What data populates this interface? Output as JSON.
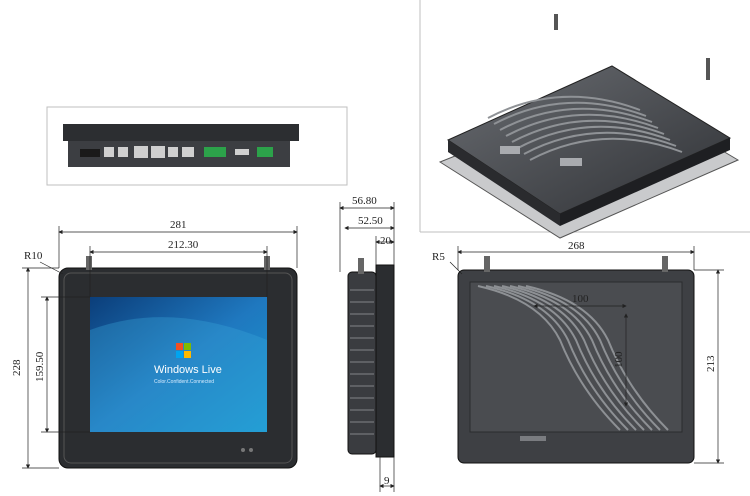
{
  "front_view": {
    "width": "281",
    "screen_width": "212.30",
    "height": "228",
    "screen_height": "159.50",
    "corner_radius": "R10",
    "logo_text": "Windows Live",
    "logo_tagline": "Color.Confident.Connected"
  },
  "side_view": {
    "total_depth": "56.80",
    "body_depth": "52.50",
    "bezel_depth": "20",
    "bottom_offset": "9"
  },
  "rear_view": {
    "width": "268",
    "height": "213",
    "corner_radius": "R5",
    "vesa_horizontal": "100",
    "vesa_vertical": "100"
  },
  "colors": {
    "line": "#9a9a9a",
    "bezel": "#2b2d30",
    "screen": "#1f6fb0",
    "body": "#3a3c40"
  }
}
